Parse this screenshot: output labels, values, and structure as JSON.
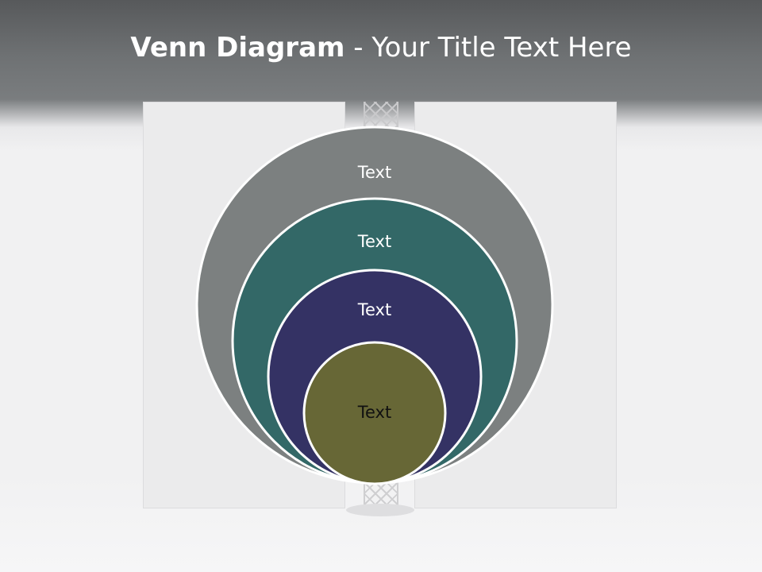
{
  "slide": {
    "title_bold": "Venn Diagram",
    "title_rest": " - Your Title Text Here"
  },
  "diagram": {
    "circles": [
      {
        "label": "Text",
        "fill": "#7c8080",
        "text_color": "#ffffff"
      },
      {
        "label": "Text",
        "fill": "#336867",
        "text_color": "#ffffff"
      },
      {
        "label": "Text",
        "fill": "#343264",
        "text_color": "#ffffff"
      },
      {
        "label": "Text",
        "fill": "#676736",
        "text_color": "#111111"
      }
    ],
    "stroke_color": "#ffffff"
  }
}
